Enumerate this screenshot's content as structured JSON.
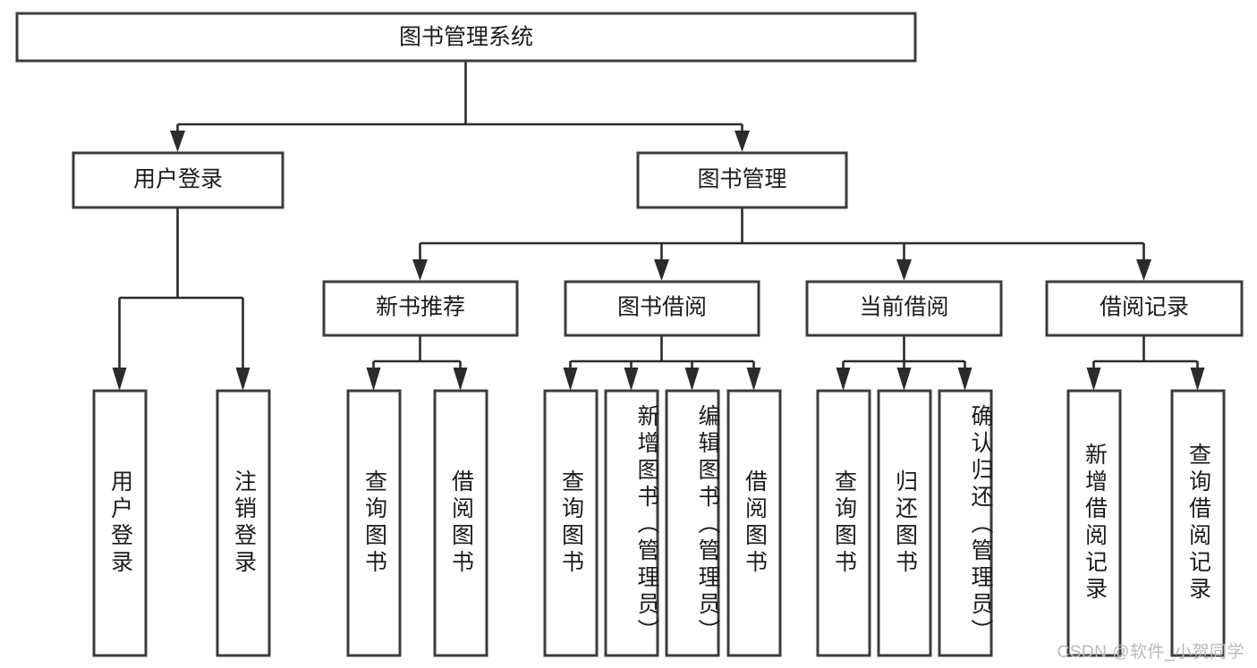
{
  "diagram": {
    "title": "图书管理系统",
    "type": "tree-hierarchy-diagram",
    "colors": {
      "box_stroke": "#3c3c3c",
      "box_fill": "#ffffff",
      "edge": "#2b2b2b",
      "text": "#1b1b1b",
      "watermark": "#b9b9b9",
      "background": "#ffffff"
    },
    "root": {
      "label": "图书管理系统"
    },
    "level2": [
      {
        "label": "用户登录"
      },
      {
        "label": "图书管理"
      }
    ],
    "level3": [
      {
        "label": "新书推荐"
      },
      {
        "label": "图书借阅"
      },
      {
        "label": "当前借阅"
      },
      {
        "label": "借阅记录"
      }
    ],
    "leaves": [
      {
        "label": "用户登录",
        "parent": "用户登录"
      },
      {
        "label": "注销登录",
        "parent": "用户登录"
      },
      {
        "label": "查询图书",
        "parent": "新书推荐"
      },
      {
        "label": "借阅图书",
        "parent": "新书推荐"
      },
      {
        "label": "查询图书",
        "parent": "图书借阅"
      },
      {
        "label": "新增图书（管理员）",
        "parent": "图书借阅"
      },
      {
        "label": "编辑图书（管理员）",
        "parent": "图书借阅"
      },
      {
        "label": "借阅图书",
        "parent": "图书借阅"
      },
      {
        "label": "查询图书",
        "parent": "当前借阅"
      },
      {
        "label": "归还图书",
        "parent": "当前借阅"
      },
      {
        "label": "确认归还（管理员）",
        "parent": "当前借阅"
      },
      {
        "label": "新增借阅记录",
        "parent": "借阅记录"
      },
      {
        "label": "查询借阅记录",
        "parent": "借阅记录"
      }
    ]
  },
  "watermark": {
    "text": "CSDN @软件_小贺同学"
  }
}
